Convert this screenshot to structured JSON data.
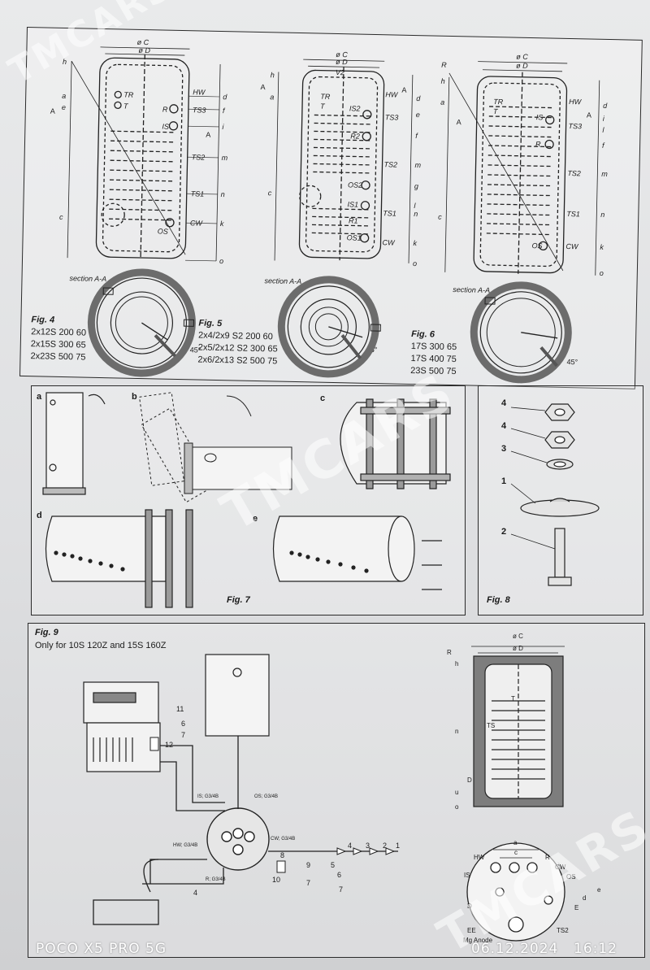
{
  "fig4": {
    "title": "Fig. 4",
    "models": [
      "2x12S 200 60",
      "2x15S 300 65",
      "2x23S 500 75"
    ],
    "labels": [
      "ø C",
      "ø D",
      "a",
      "e",
      "c",
      "TR",
      "T",
      "R",
      "IS",
      "HW",
      "TS3",
      "TS2",
      "TS1",
      "CW",
      "OS",
      "d",
      "f",
      "i",
      "m",
      "n",
      "k",
      "o",
      "h",
      "A",
      "A",
      "45°"
    ],
    "section": "section A-A"
  },
  "fig5": {
    "title": "Fig. 5",
    "models": [
      "2x4/2x9 S2 200 60",
      "2x5/2x12 S2 300 65",
      "2x6/2x13 S2 500 75"
    ],
    "labels": [
      "ø C",
      "ø D",
      "V2",
      "a",
      "c",
      "h",
      "TR",
      "T",
      "IS2",
      "HW",
      "TS3",
      "R2",
      "TS2",
      "OS2",
      "IS1",
      "TS1",
      "R1",
      "OS1",
      "CW",
      "d",
      "e",
      "f",
      "m",
      "g",
      "l",
      "n",
      "k",
      "o",
      "A",
      "A",
      "45°"
    ],
    "section": "section A-A"
  },
  "fig6": {
    "title": "Fig. 6",
    "models": [
      "17S 300 65",
      "17S 400 75",
      "23S 500 75"
    ],
    "labels": [
      "ø C",
      "ø D",
      "R",
      "h",
      "a",
      "c",
      "TR",
      "T",
      "IS",
      "HW",
      "TS3",
      "R",
      "TS2",
      "TS1",
      "OS",
      "CW",
      "d",
      "i",
      "l",
      "f",
      "m",
      "n",
      "k",
      "o",
      "A",
      "A",
      "45°"
    ],
    "section": "section A-A"
  },
  "fig7": {
    "title": "Fig. 7",
    "steps": [
      "a",
      "b",
      "c",
      "d",
      "e"
    ]
  },
  "fig8": {
    "title": "Fig. 8",
    "parts": [
      "4",
      "4",
      "3",
      "1",
      "2"
    ]
  },
  "fig9": {
    "title": "Fig. 9",
    "subtitle": "Only for 10S 120Z and 15S 160Z",
    "connections": [
      "IS; G3/4B",
      "OS; G3/4B",
      "HW; G3/4B",
      "CW; G3/4B",
      "R; G3/4B"
    ],
    "numbers": [
      "11",
      "6",
      "7",
      "12",
      "4",
      "8",
      "9",
      "7",
      "10",
      "5",
      "6",
      "7",
      "4",
      "3",
      "2",
      "1"
    ],
    "section_labels": [
      "ø C",
      "ø D",
      "R",
      "h",
      "T",
      "TS",
      "n",
      "D",
      "u",
      "o"
    ],
    "top_labels": [
      "a",
      "c",
      "HW",
      "R",
      "CW",
      "IS",
      "OS",
      "D",
      "d",
      "e",
      "E",
      "TS2",
      "EE",
      "Mg Anode"
    ]
  },
  "photo": {
    "watermark": "TMCARS",
    "device": "POCO X5 PRO 5G",
    "date": "06.12.2024",
    "time": "16:12"
  }
}
